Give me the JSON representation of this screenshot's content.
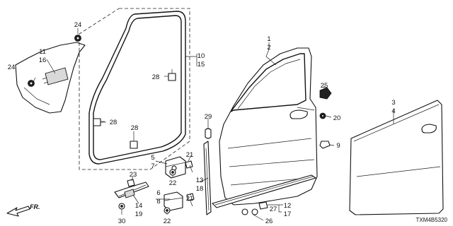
{
  "diagram": {
    "code": "TXM4B5320",
    "direction": "FR.",
    "labels": {
      "l1": "1",
      "l2": "2",
      "l3": "3",
      "l4": "4",
      "l5": "5",
      "l6": "6",
      "l7": "7",
      "l8": "8",
      "l9": "9",
      "l10": "10",
      "l11": "11",
      "l12": "12",
      "l13": "13",
      "l14": "14",
      "l15": "15",
      "l16": "16",
      "l17": "17",
      "l18": "18",
      "l19": "19",
      "l20": "20",
      "l21a": "21",
      "l21b": "21",
      "l22a": "22",
      "l22b": "22",
      "l23": "23",
      "l24a": "24",
      "l24b": "24",
      "l25": "25",
      "l26": "26",
      "l27": "27",
      "l28a": "28",
      "l28b": "28",
      "l28c": "28",
      "l29": "29",
      "l30": "30"
    }
  }
}
